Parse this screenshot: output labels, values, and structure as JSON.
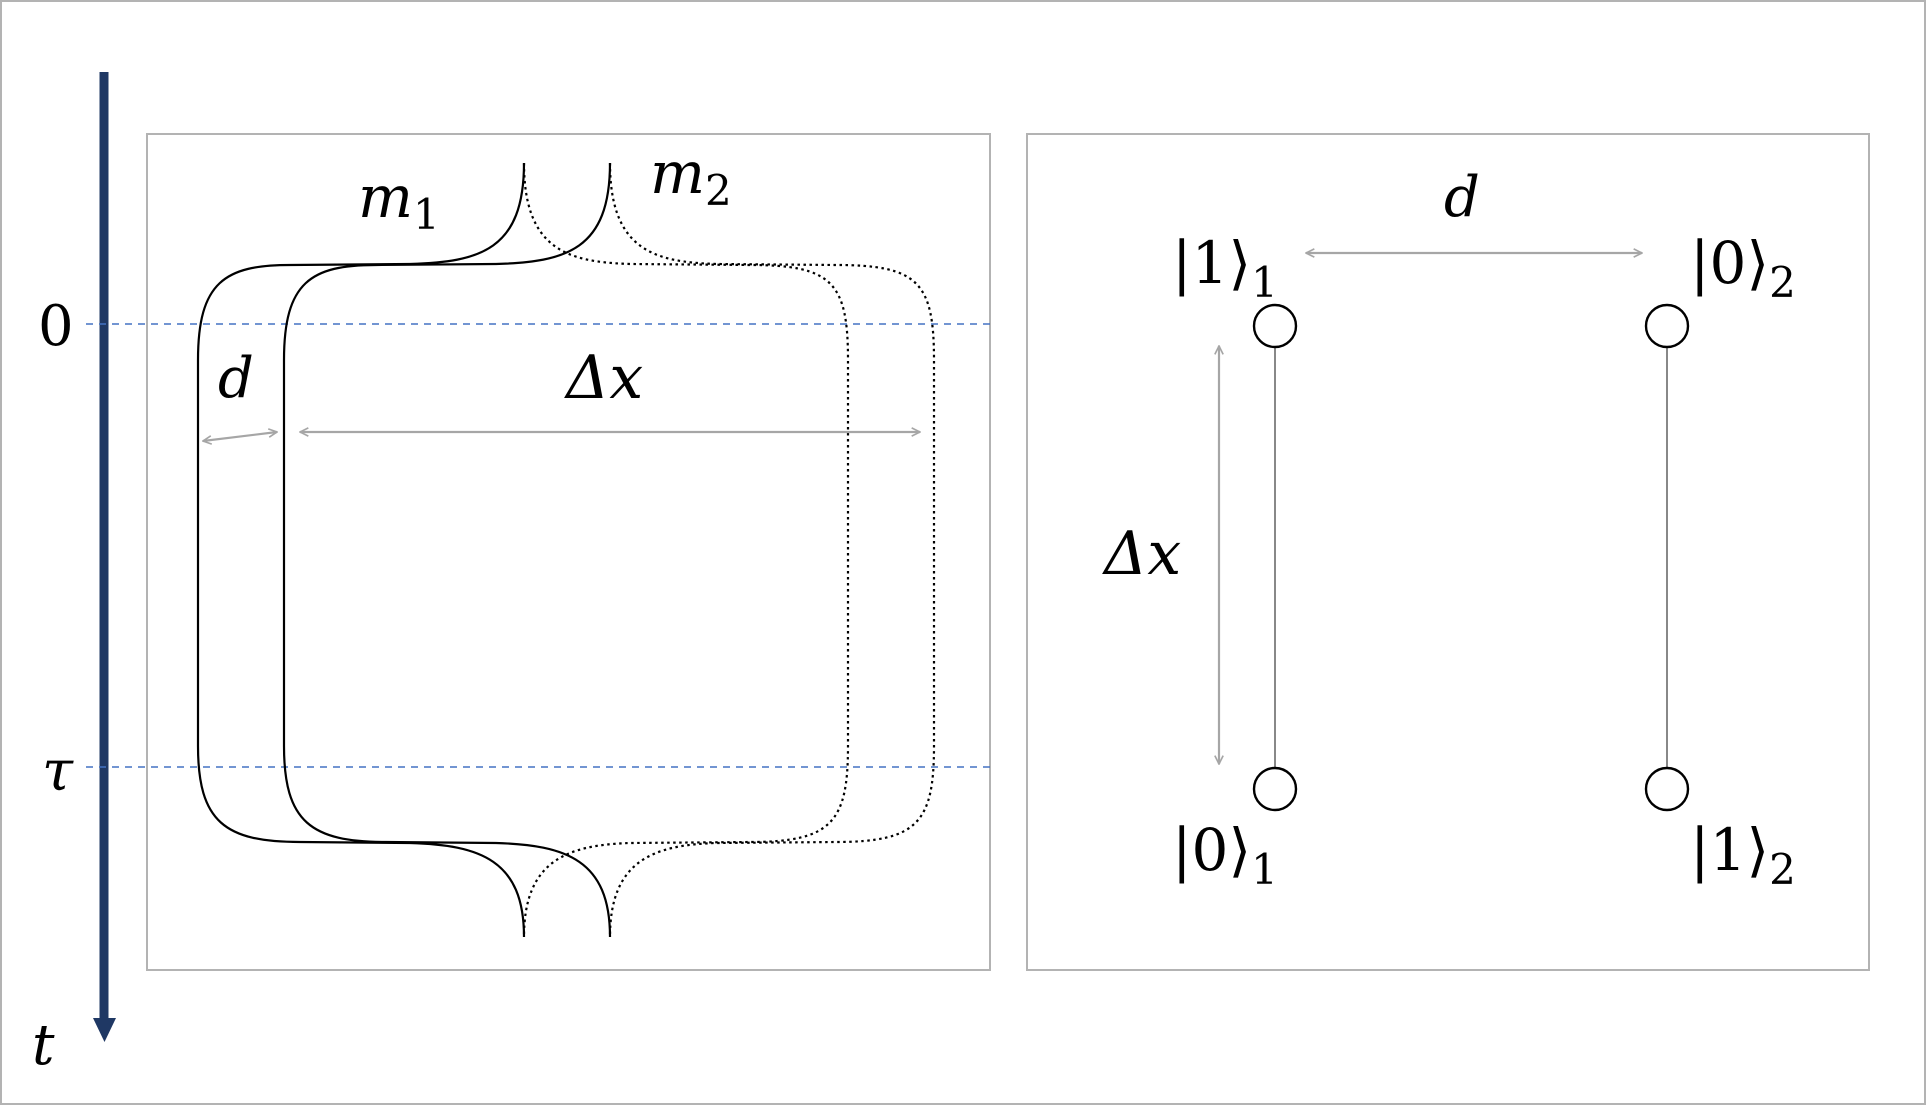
{
  "colors": {
    "frame": "#b3b3b3",
    "time_axis": "#1f3864",
    "guide_lines": "#4472c4",
    "dimension_arrows": "#a6a6a6",
    "paths": "#000000"
  },
  "left_panel": {
    "time_axis": {
      "label": "t",
      "tick_start": "0",
      "tick_end": "τ"
    },
    "mass_1_label": "m",
    "mass_1_subscript": "1",
    "mass_2_label": "m",
    "mass_2_subscript": "2",
    "separation_label": "d",
    "superposition_label": "Δx"
  },
  "right_panel": {
    "separation_label": "d",
    "superposition_label": "Δx",
    "states": {
      "top_left": {
        "ket": "|1⟩",
        "sub": "1"
      },
      "top_right": {
        "ket": "|0⟩",
        "sub": "2"
      },
      "bottom_left": {
        "ket": "|0⟩",
        "sub": "1"
      },
      "bottom_right": {
        "ket": "|1⟩",
        "sub": "2"
      }
    }
  }
}
